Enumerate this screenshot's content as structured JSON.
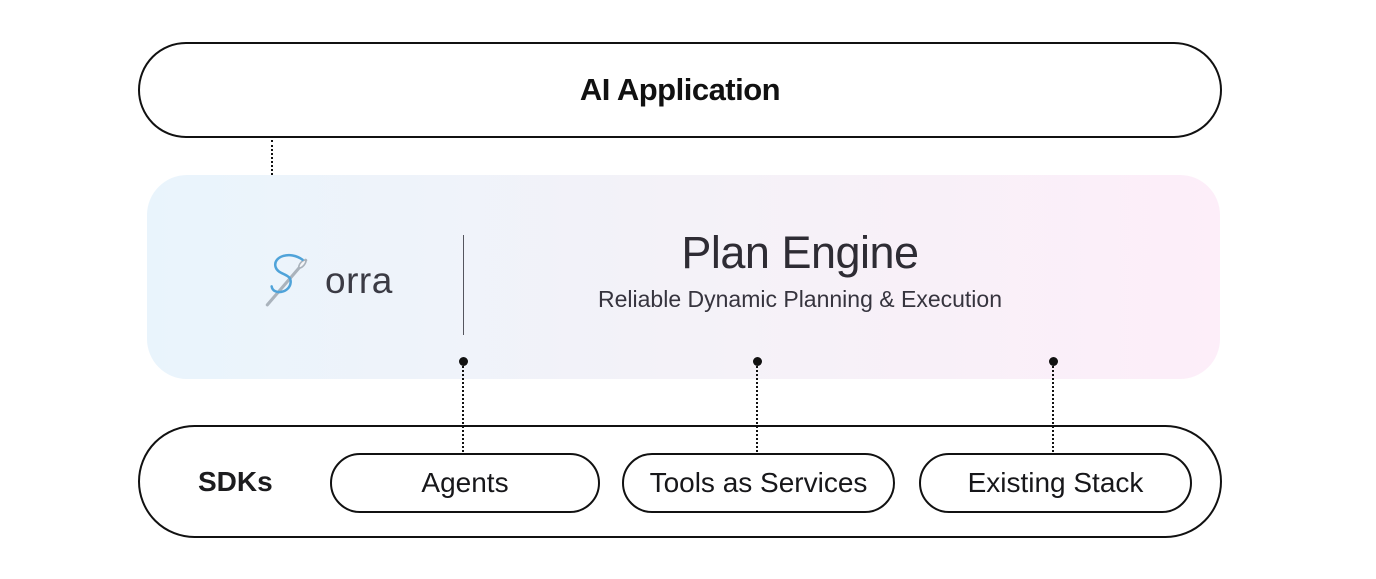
{
  "diagram": {
    "type": "architecture-diagram",
    "ai_application": {
      "label": "AI Application"
    },
    "plan_engine": {
      "brand": "orra",
      "title": "Plan Engine",
      "subtitle": "Reliable Dynamic Planning & Execution",
      "gradient": {
        "left": "#e9f4fc",
        "middle": "#f4f2f8",
        "right": "#fdeef9"
      },
      "logo_icon": "needle-and-thread-icon",
      "needle_color": "#aab3bc",
      "thread_color": "#4fa3d9"
    },
    "sdk_layer": {
      "label": "SDKs",
      "items": [
        {
          "label": "Agents"
        },
        {
          "label": "Tools as Services"
        },
        {
          "label": "Existing Stack"
        }
      ]
    },
    "connectors": {
      "style": "dotted",
      "color": "#111111"
    },
    "border_color": "#111111"
  }
}
